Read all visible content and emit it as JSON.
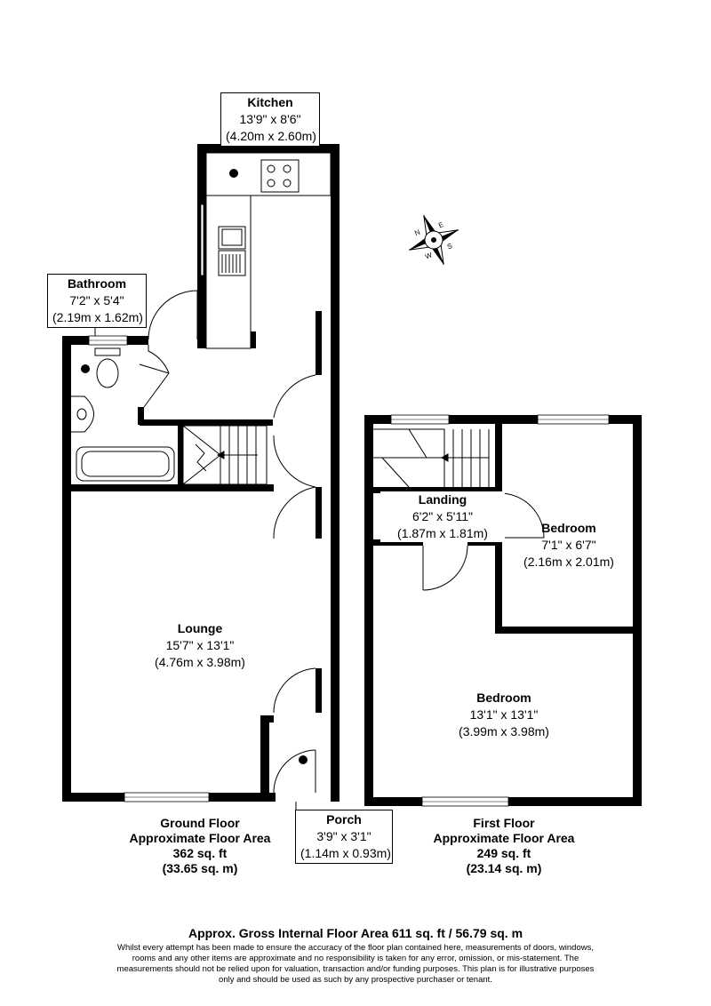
{
  "rooms": {
    "kitchen": {
      "name": "Kitchen",
      "imperial": "13'9\" x 8'6\"",
      "metric": "(4.20m x 2.60m)"
    },
    "bathroom": {
      "name": "Bathroom",
      "imperial": "7'2\" x 5'4\"",
      "metric": "(2.19m x 1.62m)"
    },
    "lounge": {
      "name": "Lounge",
      "imperial": "15'7\" x 13'1\"",
      "metric": "(4.76m x 3.98m)"
    },
    "porch": {
      "name": "Porch",
      "imperial": "3'9\" x 3'1\"",
      "metric": "(1.14m x 0.93m)"
    },
    "landing": {
      "name": "Landing",
      "imperial": "6'2\" x 5'11\"",
      "metric": "(1.87m x 1.81m)"
    },
    "bedroom_small": {
      "name": "Bedroom",
      "imperial": "7'1\" x 6'7\"",
      "metric": "(2.16m x 2.01m)"
    },
    "bedroom_large": {
      "name": "Bedroom",
      "imperial": "13'1\" x 13'1\"",
      "metric": "(3.99m x 3.98m)"
    }
  },
  "floors": {
    "ground": {
      "name": "Ground Floor",
      "caption": "Approximate Floor Area",
      "sqft": "362 sq. ft",
      "sqm": "(33.65 sq. m)"
    },
    "first": {
      "name": "First Floor",
      "caption": "Approximate Floor Area",
      "sqft": "249 sq. ft",
      "sqm": "(23.14 sq. m)"
    }
  },
  "compass": {
    "letters": [
      "N",
      "E",
      "S",
      "W"
    ]
  },
  "footer": {
    "gross": "Approx. Gross Internal Floor Area 611 sq. ft / 56.79 sq. m",
    "disclaimer": "Whilst every attempt has been made to ensure the accuracy of the floor plan contained here, measurements of doors, windows, rooms and any other items are approximate and no responsibility is taken for any error, omission, or mis-statement. The measurements should not be relied upon for valuation, transaction and/or funding purposes. This plan is for illustrative purposes only and should be used as such by any prospective purchaser or tenant."
  }
}
